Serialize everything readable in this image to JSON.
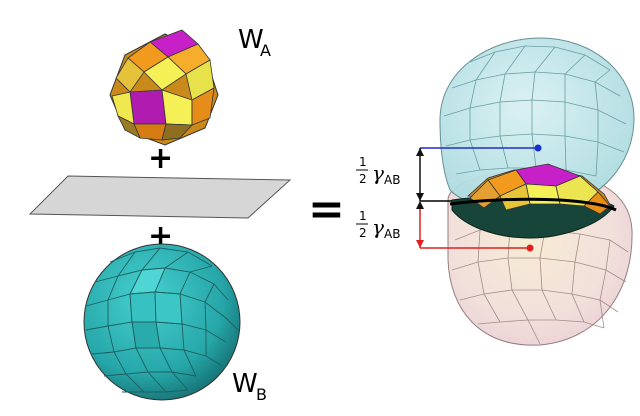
{
  "labels": {
    "wa_main": "W",
    "wa_sub": "A",
    "wb_main": "W",
    "wb_sub": "B",
    "plus": "+",
    "equals": "=",
    "half_num": "1",
    "half_den": "2",
    "gamma": "γ",
    "gamma_sub": "AB"
  },
  "colors": {
    "cyan_solid": "#2fb5b5",
    "cyan_translucent": "#bfe6ea",
    "pink_translucent": "#f4d6d8",
    "yellow_translucent": "#f0eab0",
    "orange": "#f29a1e",
    "yellow": "#f4f055",
    "magenta": "#c820c8",
    "plane": "#d6d6d6",
    "blue_marker": "#1a2fd0",
    "red_marker": "#e02020",
    "dark_green": "#17453a"
  }
}
